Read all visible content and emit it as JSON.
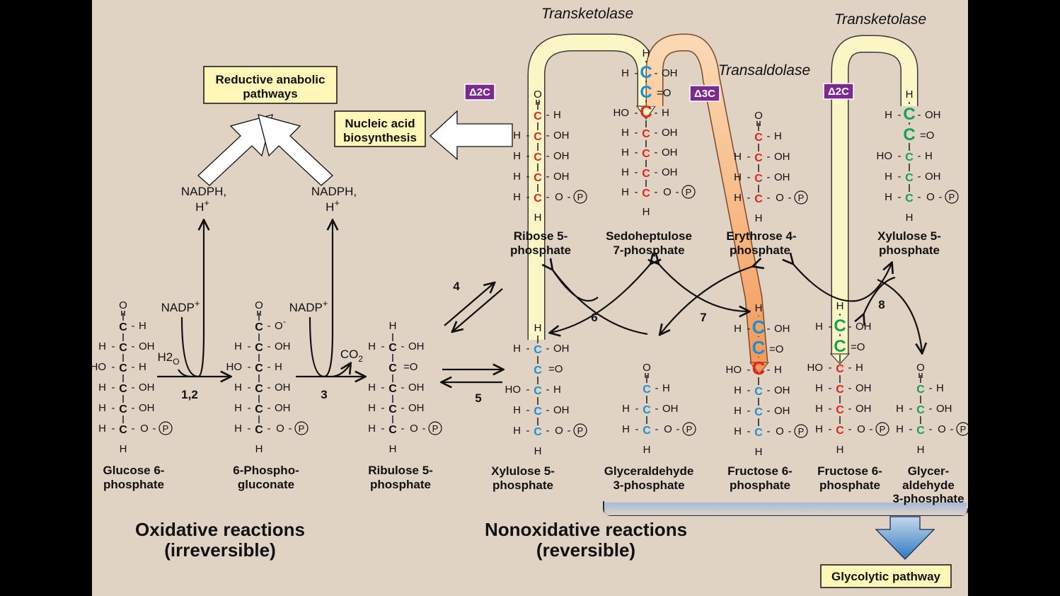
{
  "enzymes": {
    "transketolase_1": "Transketolase",
    "transketolase_2": "Transketolase",
    "transaldolase": "Transaldolase"
  },
  "transfer_badges": {
    "badge_1": "Δ2C",
    "badge_2": "Δ3C",
    "badge_3": "Δ2C"
  },
  "boxes": {
    "reductive": [
      "Reductive anabolic",
      "pathways"
    ],
    "nucleic": [
      "Nucleic acid",
      "biosynthesis"
    ],
    "glycolytic": "Glycolytic pathway"
  },
  "cofactors": {
    "nadph_1": [
      "NADPH,",
      "H+"
    ],
    "nadph_2": [
      "NADPH,",
      "H+"
    ],
    "nadp_1": "NADP+",
    "nadp_2": "NADP+",
    "h2o": "H2O",
    "co2": "CO2"
  },
  "reaction_numbers": {
    "r12": "1,2",
    "r3": "3",
    "r4": "4",
    "r5": "5",
    "r6": "6",
    "r7": "7",
    "r8": "8"
  },
  "compounds": {
    "glucose6p": [
      "Glucose 6-",
      "phosphate"
    ],
    "phosphogluconate": [
      "6-Phospho-",
      "gluconate"
    ],
    "ribulose5p": [
      "Ribulose 5-",
      "phosphate"
    ],
    "xylulose5p_bottom": [
      "Xylulose 5-",
      "phosphate"
    ],
    "ga3p_middle": [
      "Glyceraldehyde",
      "3-phosphate"
    ],
    "fructose6p_1": [
      "Fructose 6-",
      "phosphate"
    ],
    "fructose6p_2": [
      "Fructose 6-",
      "phosphate"
    ],
    "ga3p_right": [
      "Glycer-",
      "aldehyde",
      "3-phosphate"
    ],
    "ribose5p": [
      "Ribose 5-",
      "phosphate"
    ],
    "sedoheptulose7p": [
      "Sedoheptulose",
      "7-phosphate"
    ],
    "erythrose4p": [
      "Erythrose 4-",
      "phosphate"
    ],
    "xylulose5p_top": [
      "Xylulose 5-",
      "phosphate"
    ]
  },
  "sections": {
    "oxidative": [
      "Oxidative reactions",
      "(irreversible)"
    ],
    "nonoxidative": [
      "Nonoxidative reactions",
      "(reversible)"
    ]
  },
  "colors": {
    "background": "#e0d3c4",
    "carbon_black": "#111111",
    "carbon_red": "#e3241b",
    "carbon_blue": "#1b8fd2",
    "carbon_green": "#12a150",
    "badge_purple": "#7b2a8e",
    "box_yellow": "#fff6b8",
    "tube_cream": "#fcf6c6",
    "tube_orange": "#f7b27a",
    "glycolytic_arrow_blue": "#3f86c8"
  }
}
